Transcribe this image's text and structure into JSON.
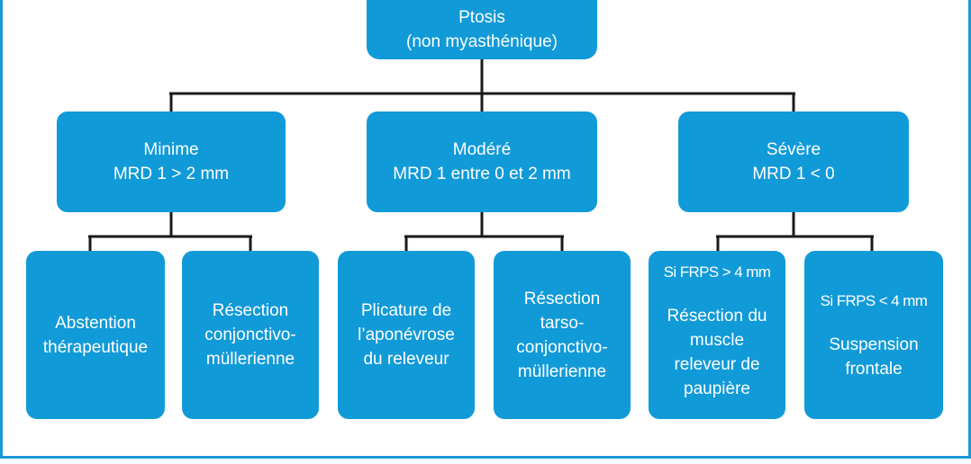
{
  "root": {
    "line1": "Ptosis",
    "line2": "(non myasthénique)"
  },
  "level1": [
    {
      "line1": "Minime",
      "line2": "MRD 1 > 2 mm"
    },
    {
      "line1": "Modéré",
      "line2": "MRD 1 entre 0 et 2 mm"
    },
    {
      "line1": "Sévère",
      "line2": "MRD 1 < 0"
    }
  ],
  "leaves": [
    {
      "lines": [
        "Abstention",
        "thérapeutique"
      ]
    },
    {
      "lines": [
        "Résection",
        "conjonctivo-",
        "müllerienne"
      ]
    },
    {
      "lines": [
        "Plicature de",
        "l’aponévrose",
        "du releveur"
      ]
    },
    {
      "lines": [
        "Résection",
        "tarso-",
        "conjonctivo-",
        "müllerienne"
      ]
    },
    {
      "condition": "Si FRPS > 4 mm",
      "lines": [
        "Résection du",
        "muscle",
        "releveur de",
        "paupière"
      ]
    },
    {
      "condition": "Si FRPS < 4 mm",
      "lines": [
        "Suspension",
        "frontale"
      ]
    }
  ],
  "colors": {
    "box": "#119ad8",
    "frame": "#1a9ad9",
    "connector": "#1a1a1a",
    "text": "#ffffff"
  }
}
